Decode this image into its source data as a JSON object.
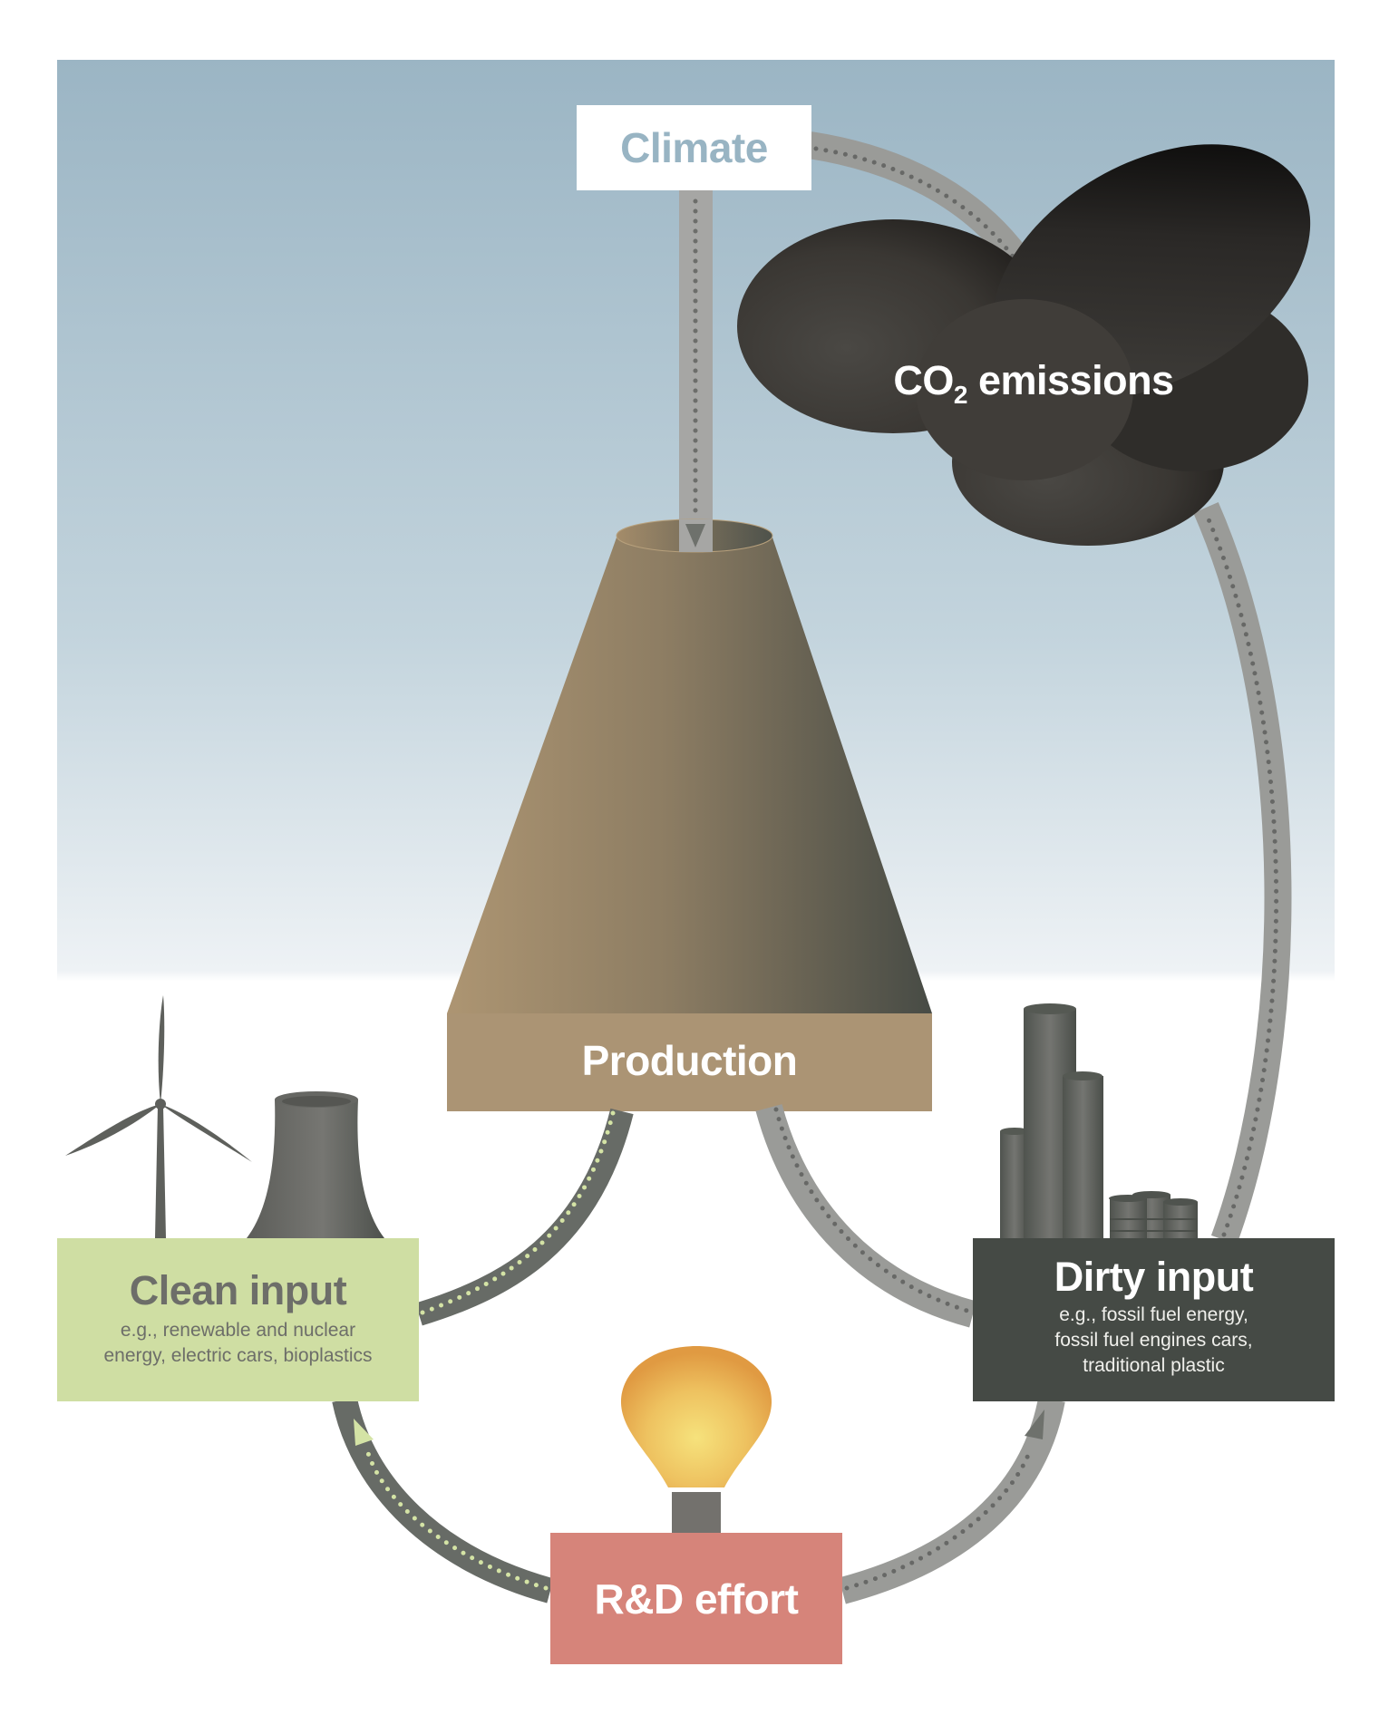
{
  "diagram": {
    "title": "Climate, production, and directed technical change feedback loop",
    "nodes": {
      "climate": {
        "label": "Climate"
      },
      "co2": {
        "label_prefix": "CO",
        "label_subscript": "2",
        "label_suffix": " emissions"
      },
      "production": {
        "label": "Production"
      },
      "clean_input": {
        "label": "Clean input",
        "examples_line1": "e.g., renewable and nuclear",
        "examples_line2": "energy, electric cars, bioplastics"
      },
      "dirty_input": {
        "label": "Dirty input",
        "examples_line1": "e.g., fossil fuel energy,",
        "examples_line2": "fossil fuel engines cars,",
        "examples_line3": "traditional plastic"
      },
      "rd_effort": {
        "label": "R&D effort"
      }
    },
    "edges": [
      {
        "from": "Climate",
        "to": "Production",
        "style": "gray"
      },
      {
        "from": "CO2 emissions",
        "to": "Climate",
        "style": "gray"
      },
      {
        "from": "Dirty input",
        "to": "CO2 emissions",
        "style": "gray"
      },
      {
        "from": "Clean input",
        "to": "Production",
        "style": "dark-green-dots"
      },
      {
        "from": "Dirty input",
        "to": "Production",
        "style": "gray"
      },
      {
        "from": "R&D effort",
        "to": "Clean input",
        "style": "dark-green-dots"
      },
      {
        "from": "R&D effort",
        "to": "Dirty input",
        "style": "gray"
      }
    ],
    "icons": [
      "wind-turbine-icon",
      "cooling-tower-icon",
      "smokestacks-icon",
      "oil-barrels-icon",
      "light-bulb-icon",
      "smoke-cloud-icon"
    ],
    "colors": {
      "sky_top": "#9bb5c4",
      "climate_text": "#98b4c3",
      "clean_box": "#cfdea3",
      "clean_text": "#6d6e69",
      "dirty_box": "#454a45",
      "rd_box": "#d6847a",
      "production_light": "#ad9572",
      "production_dark": "#4a4e47",
      "clean_path": "#676b66",
      "clean_dots": "#d4e3a5",
      "dirty_path": "#9a9b98",
      "dirty_dots": "#676866",
      "cloud": "#3e3b37"
    }
  }
}
